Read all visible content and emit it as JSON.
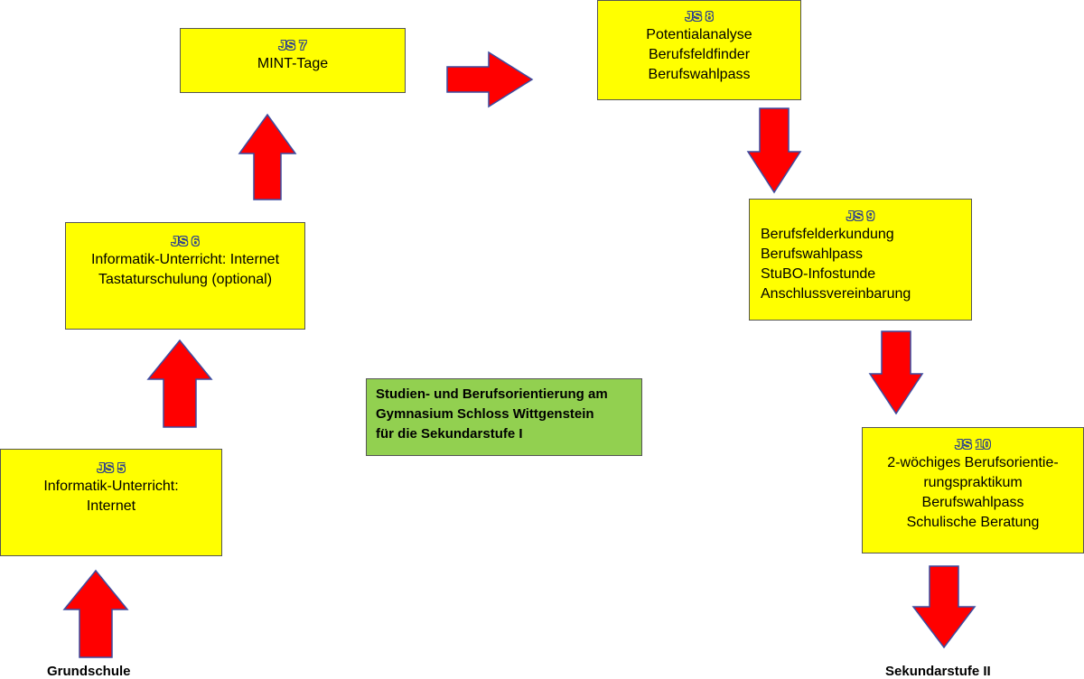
{
  "colors": {
    "box": "#ffff00",
    "arrow": "#ff0000",
    "arrow_border": "#3b4ba0",
    "title_box": "#92d050"
  },
  "boxes": {
    "js5": {
      "header": "JS 5",
      "lines": [
        "Informatik-Unterricht:",
        "Internet"
      ]
    },
    "js6": {
      "header": "JS 6",
      "lines": [
        "Informatik-Unterricht: Internet",
        "Tastaturschulung (optional)"
      ]
    },
    "js7": {
      "header": "JS 7",
      "lines": [
        "MINT-Tage"
      ]
    },
    "js8": {
      "header": "JS 8",
      "lines": [
        "Potentialanalyse",
        "Berufsfeldfinder",
        "Berufswahlpass"
      ]
    },
    "js9": {
      "header": "JS 9",
      "lines": [
        "Berufsfelderkundung",
        "Berufswahlpass",
        "StuBO-Infostunde",
        "Anschlussvereinbarung"
      ]
    },
    "js10": {
      "header": "JS 10",
      "lines": [
        "2-wöchiges Berufsorientie-",
        "rungspraktikum",
        "Berufswahlpass",
        "Schulische Beratung"
      ]
    }
  },
  "title_box": {
    "lines": [
      "Studien- und Berufsorientierung am",
      "Gymnasium Schloss Wittgenstein",
      "für die Sekundarstufe I"
    ]
  },
  "labels": {
    "start": "Grundschule",
    "end": "Sekundarstufe II"
  }
}
